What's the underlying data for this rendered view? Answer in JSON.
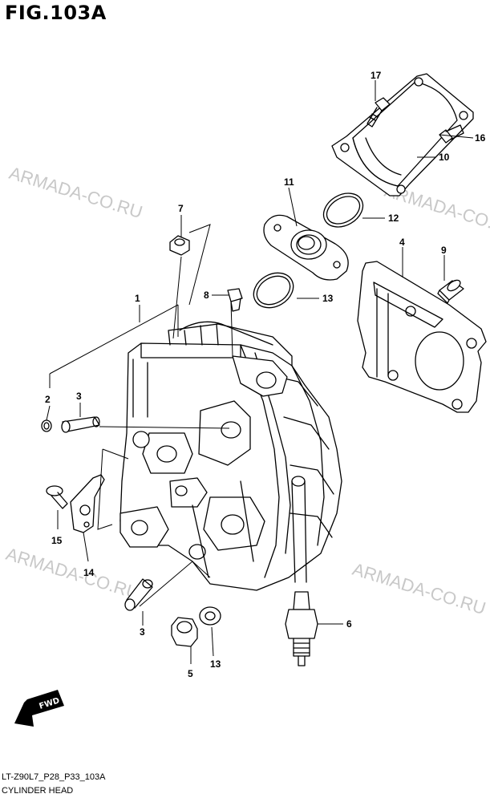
{
  "figure": {
    "title": "FIG.103A",
    "drawing_code": "LT-Z90L7_P28_P33_103A",
    "assembly_name": "CYLINDER HEAD"
  },
  "watermark": "ARMADA-CO.RU",
  "fwd_badge": "FWD",
  "callouts": [
    "1",
    "2",
    "3",
    "3",
    "4",
    "5",
    "6",
    "7",
    "8",
    "9",
    "10",
    "11",
    "12",
    "13",
    "13",
    "14",
    "15",
    "16",
    "17"
  ]
}
